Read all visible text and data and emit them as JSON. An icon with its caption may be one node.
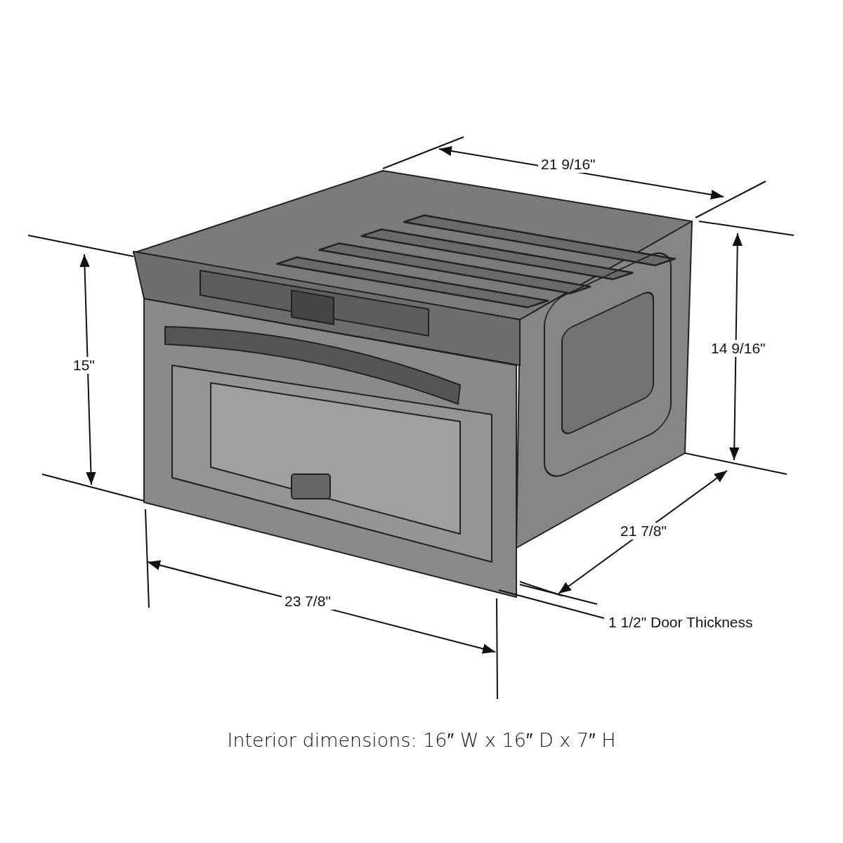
{
  "diagram": {
    "caption": "Interior dimensions: 16″ W x 16″ D x 7″ H",
    "labels": [
      "21 9/16\"",
      "15\"",
      "14 9/16\"",
      "21 7/8\"",
      "23 7/8\"",
      "1 1/2\" Door Thickness"
    ]
  }
}
